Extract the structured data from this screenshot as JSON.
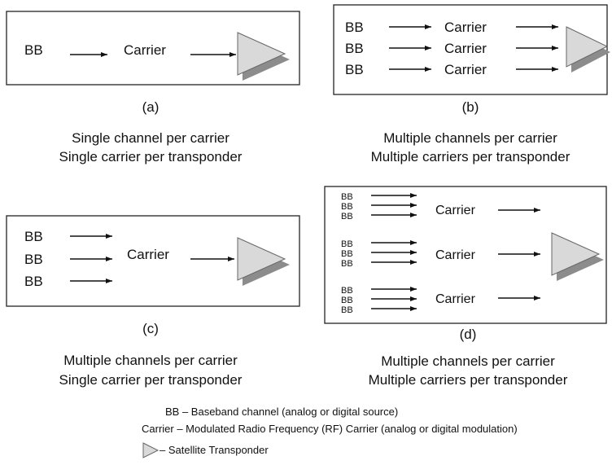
{
  "panels": {
    "a": {
      "inputs": [
        "BB"
      ],
      "carriers": [
        "Carrier"
      ],
      "letter": "(a)",
      "desc": [
        "Single channel per carrier",
        "Single carrier per transponder"
      ]
    },
    "b": {
      "inputs": [
        "BB",
        "BB",
        "BB"
      ],
      "carriers": [
        "Carrier",
        "Carrier",
        "Carrier"
      ],
      "letter": "(b)",
      "desc": [
        "Multiple channels per carrier",
        "Multiple carriers per transponder"
      ]
    },
    "c": {
      "inputs": [
        "BB",
        "BB",
        "BB"
      ],
      "carriers": [
        "Carrier"
      ],
      "letter": "(c)",
      "desc": [
        "Multiple channels per carrier",
        "Single carrier per transponder"
      ]
    },
    "d": {
      "groups": [
        {
          "inputs": [
            "BB",
            "BB",
            "BB"
          ],
          "carrier": "Carrier"
        },
        {
          "inputs": [
            "BB",
            "BB",
            "BB"
          ],
          "carrier": "Carrier"
        },
        {
          "inputs": [
            "BB",
            "BB",
            "BB"
          ],
          "carrier": "Carrier"
        }
      ],
      "letter": "(d)",
      "desc": [
        "Multiple channels per carrier",
        "Multiple carriers per transponder"
      ]
    }
  },
  "legend": {
    "bb": "BB – Baseband channel (analog or digital source)",
    "carrier": "Carrier – Modulated Radio Frequency (RF) Carrier (analog or digital modulation)",
    "transponder": "– Satellite Transponder"
  }
}
